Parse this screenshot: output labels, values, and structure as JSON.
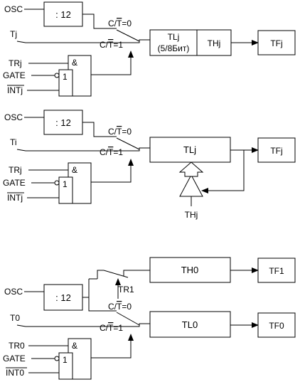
{
  "colors": {
    "line": "#000000",
    "background": "#ffffff"
  },
  "panel1": {
    "osc": "OSC",
    "input": "Tj",
    "divider": ": 12",
    "sw_top": "C/T=0",
    "sw_bottom": "C/T=1",
    "tr": "TRj",
    "gate": "GATE",
    "int": "INTj",
    "and": "&",
    "or": "1",
    "tl_line1": "TLj",
    "tl_line2": "(5/8Бит)",
    "th": "THj",
    "tf": "TFj"
  },
  "panel2": {
    "osc": "OSC",
    "input": "Ti",
    "divider": ": 12",
    "sw_top": "C/T=0",
    "sw_bottom": "C/T=1",
    "tr": "TRj",
    "gate": "GATE",
    "int": "INTj",
    "and": "&",
    "or": "1",
    "tl": "TLj",
    "tf": "TFj",
    "th": "THj"
  },
  "panel3": {
    "osc": "OSC",
    "input": "T0",
    "divider": ": 12",
    "tr1": "TR1",
    "th0": "TH0",
    "tf1": "TF1",
    "sw_top": "C/T=0",
    "sw_bottom": "C/T=1",
    "tr": "TR0",
    "gate": "GATE",
    "int": "INT0",
    "and": "&",
    "or": "1",
    "tl0": "TL0",
    "tf0": "TF0"
  }
}
